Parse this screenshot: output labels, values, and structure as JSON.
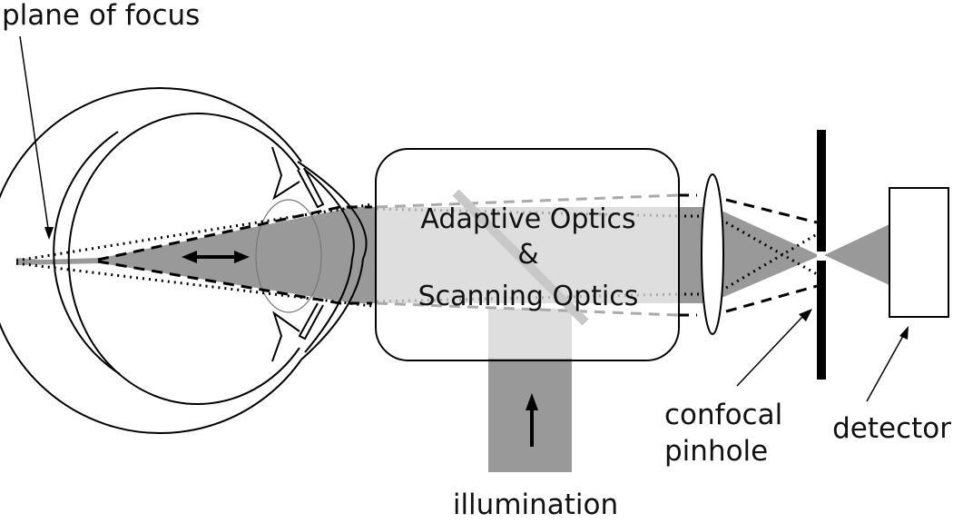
{
  "title": "Adaptive optics scanning laser ophthalmoscope schematic",
  "labels": {
    "plane_of_focus": "plane of focus",
    "ao_line1": "Adaptive Optics",
    "ao_line2": "&",
    "ao_line3": "Scanning Optics",
    "illumination": "illumination",
    "confocal_line1": "confocal",
    "confocal_line2": "pinhole",
    "detector": "detector"
  },
  "colors": {
    "beam_dark": "#999999",
    "beam_light": "#dedede",
    "stroke": "#000000",
    "dashed_gray": "#aaaaaa"
  },
  "components": [
    {
      "id": "eye",
      "name": "eye"
    },
    {
      "id": "ao_box",
      "name": "Adaptive Optics & Scanning Optics"
    },
    {
      "id": "beam_splitter",
      "name": "beam splitter"
    },
    {
      "id": "lens",
      "name": "focusing lens"
    },
    {
      "id": "pinhole",
      "name": "confocal pinhole"
    },
    {
      "id": "detector",
      "name": "detector"
    },
    {
      "id": "illumination",
      "name": "illumination source"
    }
  ]
}
